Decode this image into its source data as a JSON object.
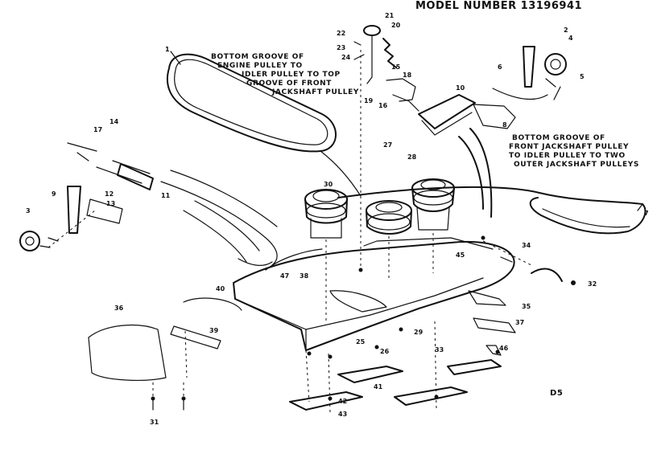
{
  "header": {
    "model_number": "MODEL NUMBER 13196941"
  },
  "notes": {
    "engine_belt": [
      "BOTTOM GROOVE OF",
      "ENGINE PULLEY TO",
      "IDLER PULLEY TO TOP",
      "GROOVE OF FRONT",
      "JACKSHAFT PULLEY"
    ],
    "jackshaft_belt": [
      "BOTTOM GROOVE OF",
      "FRONT JACKSHAFT PULLEY",
      "TO IDLER PULLEY TO TWO",
      "OUTER JACKSHAFT PULLEYS"
    ]
  },
  "page_code": "D5",
  "part_numbers": [
    "1",
    "2",
    "3",
    "4",
    "5",
    "6",
    "7",
    "8",
    "9",
    "10",
    "11",
    "12",
    "13",
    "14",
    "15",
    "16",
    "17",
    "18",
    "19",
    "20",
    "21",
    "22",
    "23",
    "24",
    "25",
    "26",
    "27",
    "28",
    "29",
    "30",
    "31",
    "32",
    "33",
    "34",
    "35",
    "36",
    "37",
    "38",
    "39",
    "40",
    "41",
    "42",
    "43",
    "45",
    "46",
    "47"
  ]
}
